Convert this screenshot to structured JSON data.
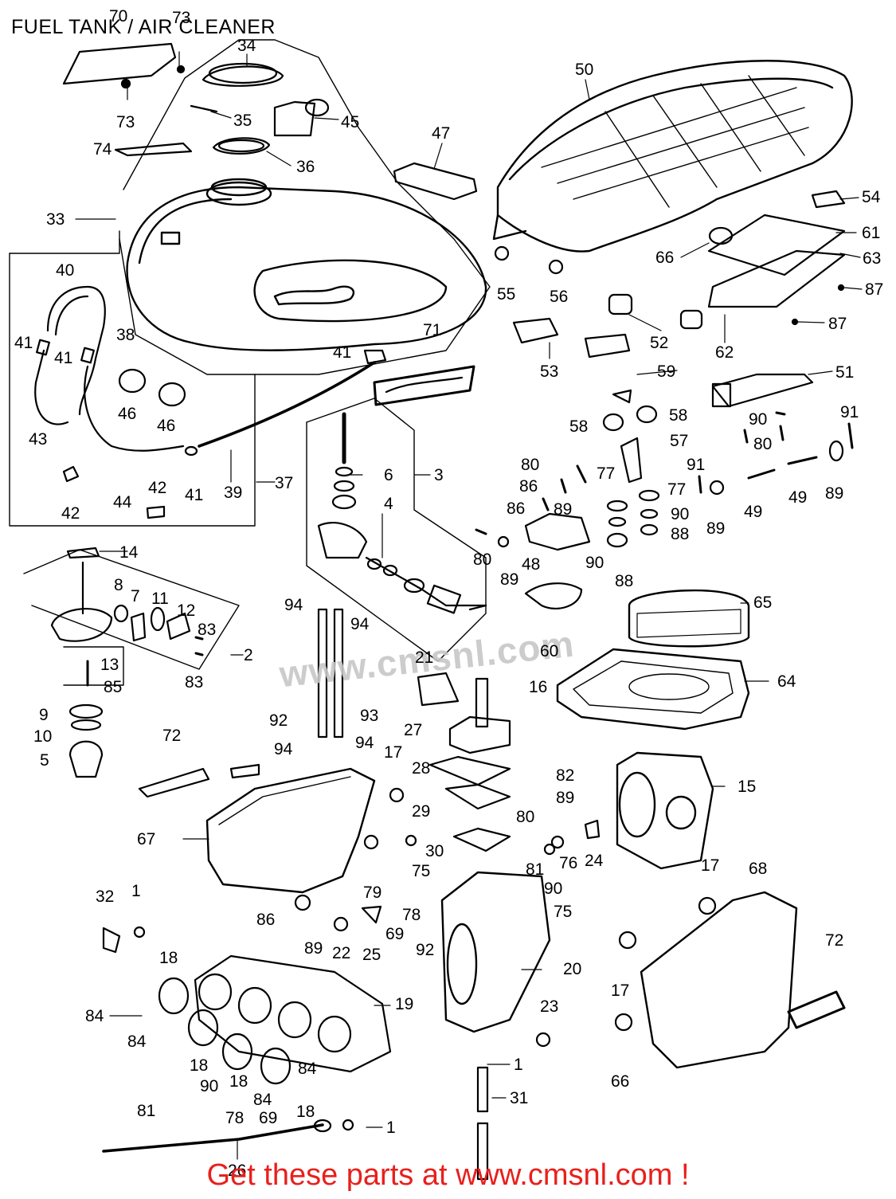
{
  "header": {
    "title": "FUEL TANK / AIR CLEANER"
  },
  "footer": {
    "cta": "Get these parts at www.cmsnl.com !"
  },
  "watermark": {
    "text": "www.cmsnl.com"
  },
  "callouts": [
    {
      "id": "c70",
      "label": "70"
    },
    {
      "id": "c73a",
      "label": "73"
    },
    {
      "id": "c73b",
      "label": "73"
    },
    {
      "id": "c34",
      "label": "34"
    },
    {
      "id": "c35",
      "label": "35"
    },
    {
      "id": "c45",
      "label": "45"
    },
    {
      "id": "c74",
      "label": "74"
    },
    {
      "id": "c36",
      "label": "36"
    },
    {
      "id": "c33",
      "label": "33"
    },
    {
      "id": "c47",
      "label": "47"
    },
    {
      "id": "c50",
      "label": "50"
    },
    {
      "id": "c54",
      "label": "54"
    },
    {
      "id": "c61",
      "label": "61"
    },
    {
      "id": "c63",
      "label": "63"
    },
    {
      "id": "c66a",
      "label": "66"
    },
    {
      "id": "c55",
      "label": "55"
    },
    {
      "id": "c56",
      "label": "56"
    },
    {
      "id": "c87a",
      "label": "87"
    },
    {
      "id": "c87b",
      "label": "87"
    },
    {
      "id": "c52",
      "label": "52"
    },
    {
      "id": "c62",
      "label": "62"
    },
    {
      "id": "c53",
      "label": "53"
    },
    {
      "id": "c40",
      "label": "40"
    },
    {
      "id": "c38",
      "label": "38"
    },
    {
      "id": "c41a",
      "label": "41"
    },
    {
      "id": "c41b",
      "label": "41"
    },
    {
      "id": "c41c",
      "label": "41"
    },
    {
      "id": "c41d",
      "label": "41"
    },
    {
      "id": "c71",
      "label": "71"
    },
    {
      "id": "c46a",
      "label": "46"
    },
    {
      "id": "c46b",
      "label": "46"
    },
    {
      "id": "c43",
      "label": "43"
    },
    {
      "id": "c44",
      "label": "44"
    },
    {
      "id": "c42a",
      "label": "42"
    },
    {
      "id": "c42b",
      "label": "42"
    },
    {
      "id": "c39",
      "label": "39"
    },
    {
      "id": "c37",
      "label": "37"
    },
    {
      "id": "c6",
      "label": "6"
    },
    {
      "id": "c3",
      "label": "3"
    },
    {
      "id": "c4",
      "label": "4"
    },
    {
      "id": "c59",
      "label": "59"
    },
    {
      "id": "c51",
      "label": "51"
    },
    {
      "id": "c58a",
      "label": "58"
    },
    {
      "id": "c58b",
      "label": "58"
    },
    {
      "id": "c57",
      "label": "57"
    },
    {
      "id": "c90a",
      "label": "90"
    },
    {
      "id": "c91a",
      "label": "91"
    },
    {
      "id": "c80a",
      "label": "80"
    },
    {
      "id": "c80b",
      "label": "80"
    },
    {
      "id": "c86a",
      "label": "86"
    },
    {
      "id": "c86b",
      "label": "86"
    },
    {
      "id": "c77a",
      "label": "77"
    },
    {
      "id": "c77b",
      "label": "77"
    },
    {
      "id": "c91b",
      "label": "91"
    },
    {
      "id": "c49a",
      "label": "49"
    },
    {
      "id": "c49b",
      "label": "49"
    },
    {
      "id": "c89a",
      "label": "89"
    },
    {
      "id": "c89b",
      "label": "89"
    },
    {
      "id": "c89c",
      "label": "89"
    },
    {
      "id": "c89d",
      "label": "89"
    },
    {
      "id": "c90b",
      "label": "90"
    },
    {
      "id": "c90c",
      "label": "90"
    },
    {
      "id": "c88a",
      "label": "88"
    },
    {
      "id": "c88b",
      "label": "88"
    },
    {
      "id": "c48",
      "label": "48"
    },
    {
      "id": "c80c",
      "label": "80"
    },
    {
      "id": "c14",
      "label": "14"
    },
    {
      "id": "c8",
      "label": "8"
    },
    {
      "id": "c7",
      "label": "7"
    },
    {
      "id": "c11",
      "label": "11"
    },
    {
      "id": "c12",
      "label": "12"
    },
    {
      "id": "c83a",
      "label": "83"
    },
    {
      "id": "c83b",
      "label": "83"
    },
    {
      "id": "c2",
      "label": "2"
    },
    {
      "id": "c13",
      "label": "13"
    },
    {
      "id": "c85",
      "label": "85"
    },
    {
      "id": "c9",
      "label": "9"
    },
    {
      "id": "c10",
      "label": "10"
    },
    {
      "id": "c5",
      "label": "5"
    },
    {
      "id": "c94a",
      "label": "94"
    },
    {
      "id": "c94b",
      "label": "94"
    },
    {
      "id": "c94c",
      "label": "94"
    },
    {
      "id": "c94d",
      "label": "94"
    },
    {
      "id": "c65",
      "label": "65"
    },
    {
      "id": "c60",
      "label": "60"
    },
    {
      "id": "c21",
      "label": "21"
    },
    {
      "id": "c64",
      "label": "64"
    },
    {
      "id": "c16",
      "label": "16"
    },
    {
      "id": "c92a",
      "label": "92"
    },
    {
      "id": "c93",
      "label": "93"
    },
    {
      "id": "c27",
      "label": "27"
    },
    {
      "id": "c72a",
      "label": "72"
    },
    {
      "id": "c17a",
      "label": "17"
    },
    {
      "id": "c28",
      "label": "28"
    },
    {
      "id": "c82",
      "label": "82"
    },
    {
      "id": "c89e",
      "label": "89"
    },
    {
      "id": "c15",
      "label": "15"
    },
    {
      "id": "c29",
      "label": "29"
    },
    {
      "id": "c67",
      "label": "67"
    },
    {
      "id": "c80d",
      "label": "80"
    },
    {
      "id": "c30",
      "label": "30"
    },
    {
      "id": "c76",
      "label": "76"
    },
    {
      "id": "c24",
      "label": "24"
    },
    {
      "id": "c75a",
      "label": "75"
    },
    {
      "id": "c81a",
      "label": "81"
    },
    {
      "id": "c17b",
      "label": "17"
    },
    {
      "id": "c68",
      "label": "68"
    },
    {
      "id": "c79",
      "label": "79"
    },
    {
      "id": "c90d",
      "label": "90"
    },
    {
      "id": "c32",
      "label": "32"
    },
    {
      "id": "c1a",
      "label": "1"
    },
    {
      "id": "c86c",
      "label": "86"
    },
    {
      "id": "c78a",
      "label": "78"
    },
    {
      "id": "c75b",
      "label": "75"
    },
    {
      "id": "c69a",
      "label": "69"
    },
    {
      "id": "c89f",
      "label": "89"
    },
    {
      "id": "c22",
      "label": "22"
    },
    {
      "id": "c25",
      "label": "25"
    },
    {
      "id": "c92b",
      "label": "92"
    },
    {
      "id": "c18a",
      "label": "18"
    },
    {
      "id": "c20",
      "label": "20"
    },
    {
      "id": "c17c",
      "label": "17"
    },
    {
      "id": "c72b",
      "label": "72"
    },
    {
      "id": "c19",
      "label": "19"
    },
    {
      "id": "c84a",
      "label": "84"
    },
    {
      "id": "c23",
      "label": "23"
    },
    {
      "id": "c84b",
      "label": "84"
    },
    {
      "id": "c18b",
      "label": "18"
    },
    {
      "id": "c1b",
      "label": "1"
    },
    {
      "id": "c66b",
      "label": "66"
    },
    {
      "id": "c84c",
      "label": "84"
    },
    {
      "id": "c90e",
      "label": "90"
    },
    {
      "id": "c18c",
      "label": "18"
    },
    {
      "id": "c31",
      "label": "31"
    },
    {
      "id": "c84d",
      "label": "84"
    },
    {
      "id": "c81b",
      "label": "81"
    },
    {
      "id": "c18d",
      "label": "18"
    },
    {
      "id": "c78b",
      "label": "78"
    },
    {
      "id": "c69b",
      "label": "69"
    },
    {
      "id": "c1c",
      "label": "1"
    },
    {
      "id": "c26",
      "label": "26"
    }
  ]
}
